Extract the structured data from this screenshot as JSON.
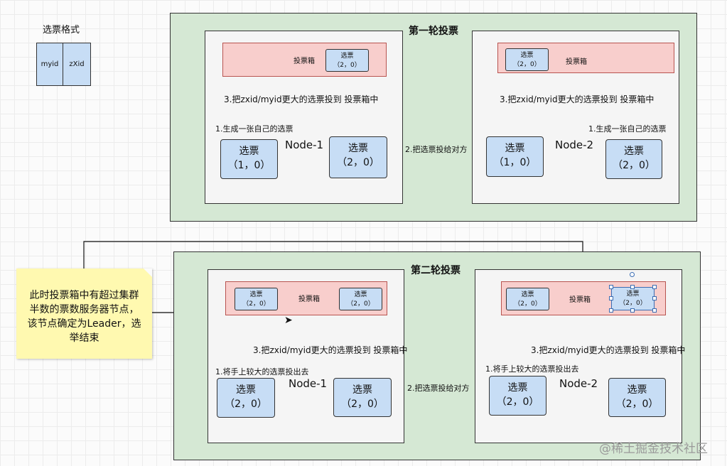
{
  "format": {
    "title": "选票格式",
    "cell1": "myid",
    "cell2": "zXid"
  },
  "round1": {
    "title": "第一轮投票",
    "node1": {
      "name": "Node-1",
      "ballot_box": "投票箱",
      "box_votes": [
        {
          "label": "选票",
          "value": "（2，0）"
        }
      ],
      "step1": "1.生成一张自己的选票",
      "step3": "3.把zxid/myid更大的选票投到 投票箱中",
      "votes": [
        {
          "label": "选票",
          "value": "（1，0）"
        },
        {
          "label": "选票",
          "value": "（2，0）"
        }
      ]
    },
    "exchange": "2.把选票投给对方",
    "node2": {
      "name": "Node-2",
      "ballot_box": "投票箱",
      "box_votes": [
        {
          "label": "选票",
          "value": "（2，0）"
        }
      ],
      "step1": "1.生成一张自己的选票",
      "step3": "3.把zxid/myid更大的选票投到 投票箱中",
      "votes": [
        {
          "label": "选票",
          "value": "（1，0）"
        },
        {
          "label": "选票",
          "value": "（2，0）"
        }
      ]
    }
  },
  "round2": {
    "title": "第二轮投票",
    "node1": {
      "name": "Node-1",
      "ballot_box": "投票箱",
      "box_votes": [
        {
          "label": "选票",
          "value": "（2，0）"
        },
        {
          "label": "选票",
          "value": "（2，0）"
        }
      ],
      "step1": "1.将手上较大的选票投出去",
      "step3": "3.把zxid/myid更大的选票投到 投票箱中",
      "votes": [
        {
          "label": "选票",
          "value": "（2，0）"
        },
        {
          "label": "选票",
          "value": "（2，0）"
        }
      ]
    },
    "exchange": "2.把选票投给对方",
    "node2": {
      "name": "Node-2",
      "ballot_box": "投票箱",
      "box_votes": [
        {
          "label": "选票",
          "value": "（2，0）"
        },
        {
          "label": "选票",
          "value": "（2，0）"
        }
      ],
      "step1": "1.将手上较大的选票投出去",
      "step3": "3.把zxid/myid更大的选票投到 投票箱中",
      "votes": [
        {
          "label": "选票",
          "value": "（2，0）"
        },
        {
          "label": "选票",
          "value": "（2，0）"
        }
      ]
    }
  },
  "note": {
    "lines": [
      "此时投票箱中有超过集群",
      "半数的票数服务器节点，",
      "该节点确定为Leader，选",
      "举结束"
    ]
  },
  "watermark": "@稀土掘金技术社区",
  "colors": {
    "round_bg": "#d5e8d4",
    "node_bg": "#f5f5f5",
    "ballot_box_bg": "#f8cecc",
    "vote_bg": "#c7ddf5",
    "note_bg": "#fff9b0",
    "selection": "#3b6db3"
  }
}
